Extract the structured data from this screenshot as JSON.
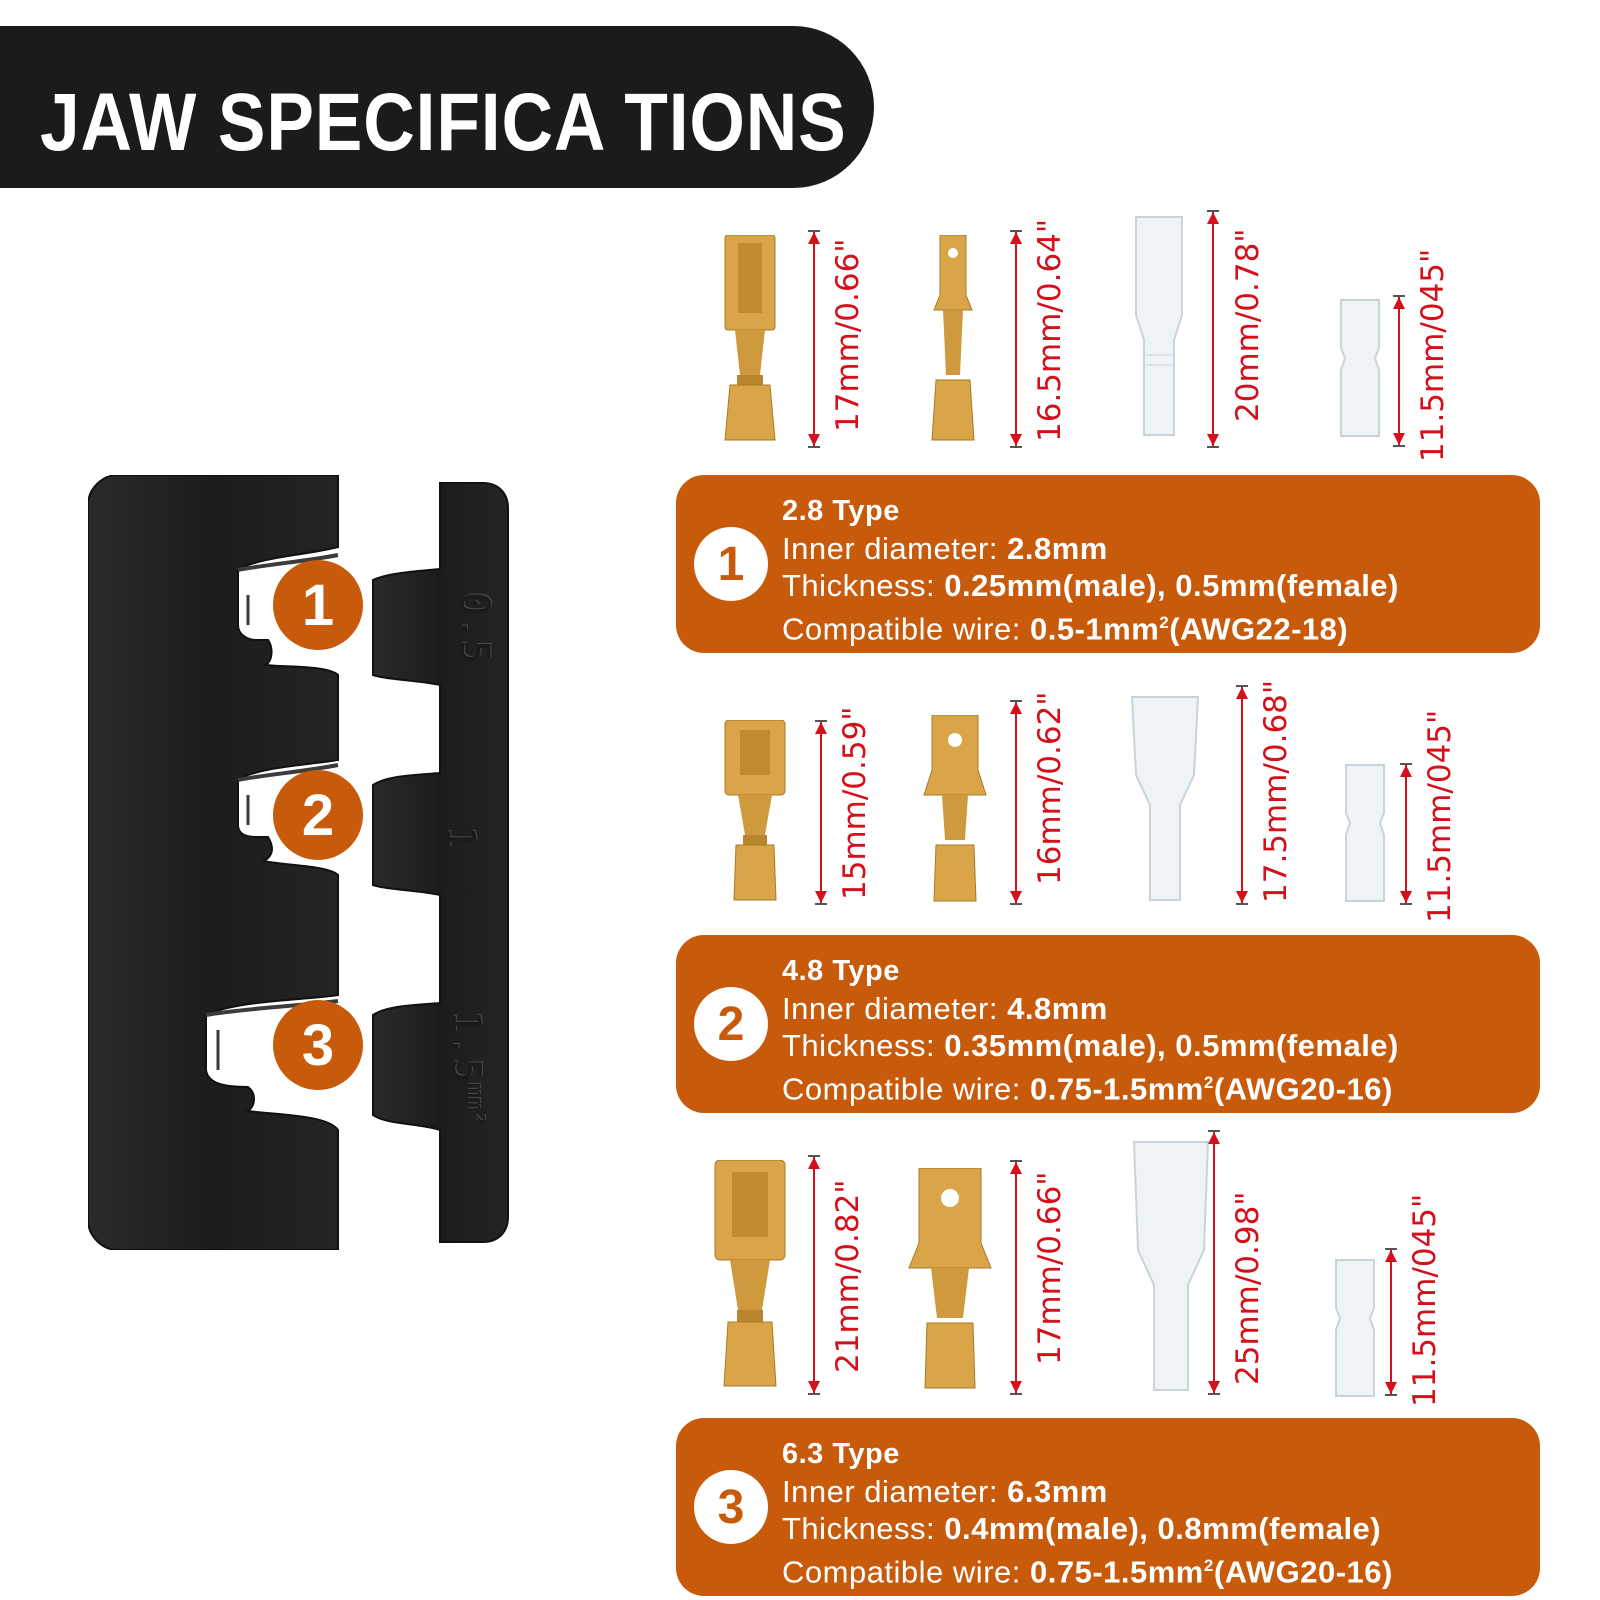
{
  "header": {
    "title": "JAW SPECIFICA TIONS"
  },
  "jaw": {
    "labels": [
      {
        "value": "0.5",
        "unit": ""
      },
      {
        "value": "1",
        "unit": ""
      },
      {
        "value": "1.5",
        "unit": "mm²"
      }
    ],
    "badges": [
      "1",
      "2",
      "3"
    ]
  },
  "colors": {
    "accent": "#c85a0c",
    "dimension": "#d4101a",
    "header_bg": "#1b1b1b",
    "jaw": "#1f1f1f",
    "brass": "#d9a548",
    "clear_sleeve": "#eef3f6"
  },
  "rows": [
    {
      "dimensions": [
        "17mm/0.66\"",
        "16.5mm/0.64\"",
        "20mm/0.78\"",
        "11.5mm/045\""
      ],
      "spec": {
        "badge": "1",
        "type": "2.8 Type",
        "inner_label": "Inner diameter: ",
        "inner_value": "2.8mm",
        "thickness_label": "Thickness: ",
        "thickness_value": "0.25mm(male), 0.5mm(female)",
        "wire_label": "Compatible wire: ",
        "wire_value_a": "0.5-1mm",
        "wire_sup": "2",
        "wire_value_b": "(AWG22-18)"
      }
    },
    {
      "dimensions": [
        "15mm/0.59\"",
        "16mm/0.62\"",
        "17.5mm/0.68\"",
        "11.5mm/045\""
      ],
      "spec": {
        "badge": "2",
        "type": "4.8 Type",
        "inner_label": "Inner diameter: ",
        "inner_value": "4.8mm",
        "thickness_label": "Thickness: ",
        "thickness_value": "0.35mm(male), 0.5mm(female)",
        "wire_label": "Compatible wire: ",
        "wire_value_a": "0.75-1.5mm",
        "wire_sup": "2",
        "wire_value_b": "(AWG20-16)"
      }
    },
    {
      "dimensions": [
        "21mm/0.82\"",
        "17mm/0.66\"",
        "25mm/0.98\"",
        "11.5mm/045\""
      ],
      "spec": {
        "badge": "3",
        "type": "6.3 Type",
        "inner_label": "Inner diameter: ",
        "inner_value": "6.3mm",
        "thickness_label": "Thickness: ",
        "thickness_value": "0.4mm(male), 0.8mm(female)",
        "wire_label": "Compatible wire: ",
        "wire_value_a": "0.75-1.5mm",
        "wire_sup": "2",
        "wire_value_b": "(AWG20-16)"
      }
    }
  ]
}
